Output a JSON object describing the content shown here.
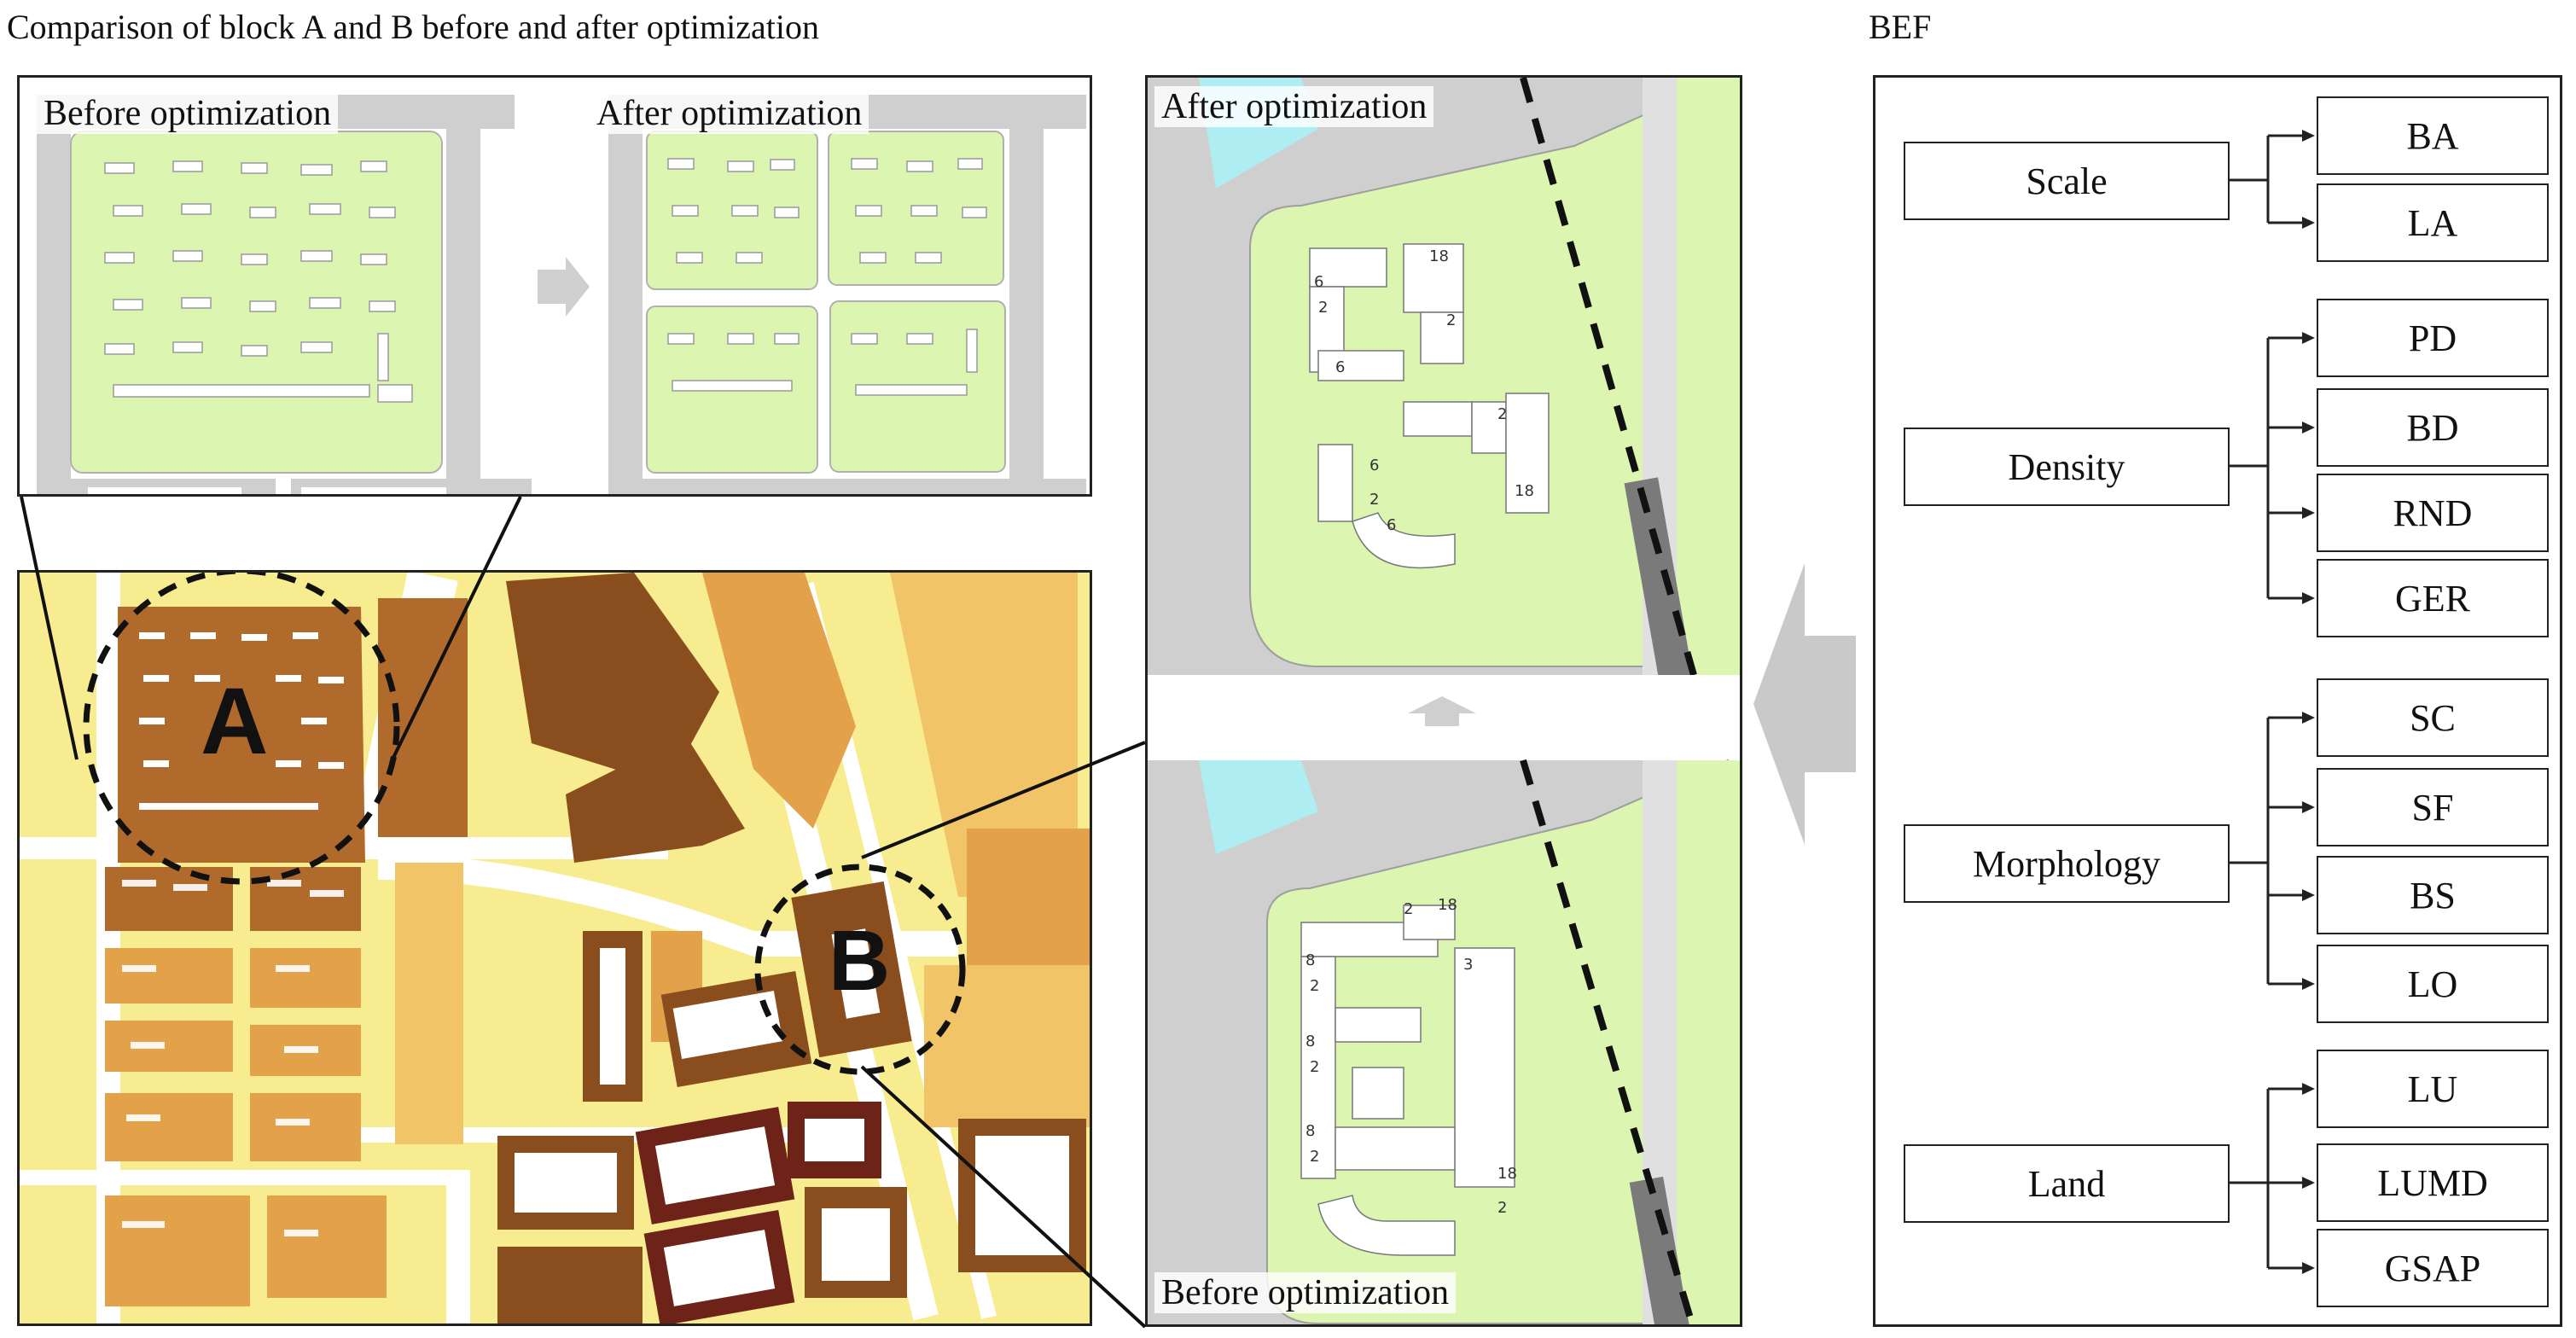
{
  "headings": {
    "comparison": "Comparison of block A and B before and after optimization",
    "bef": "BEF"
  },
  "block_a_panel": {
    "before_label": "Before optimization",
    "after_label": "After optimization"
  },
  "map": {
    "block_a_label": "A",
    "block_b_label": "B"
  },
  "block_b_panel": {
    "after_label": "After optimization",
    "before_label": "Before optimization",
    "floor_labels_after": [
      "18",
      "2",
      "6",
      "2",
      "6",
      "2",
      "6",
      "2",
      "6",
      "18"
    ],
    "floor_labels_before": [
      "2",
      "18",
      "8",
      "2",
      "3",
      "8",
      "2",
      "8",
      "2",
      "18",
      "2"
    ]
  },
  "bef_tree": [
    {
      "category": "Scale",
      "items": [
        "BA",
        "LA"
      ]
    },
    {
      "category": "Density",
      "items": [
        "PD",
        "BD",
        "RND",
        "GER"
      ]
    },
    {
      "category": "Morphology",
      "items": [
        "SC",
        "SF",
        "BS",
        "LO"
      ]
    },
    {
      "category": "Land",
      "items": [
        "LU",
        "LUMD",
        "GSAP"
      ]
    }
  ],
  "colors": {
    "green_space": "#dcf5b0",
    "road": "#c9c9c9",
    "water": "#aeeef2",
    "dark_brown": "#8a4e1e",
    "mid_brown": "#c07a35",
    "orange": "#e3a24a",
    "light_orange": "#f1c468",
    "yellow": "#f8ec90",
    "maroon": "#6e2318",
    "rail": "#7a7a7a"
  }
}
